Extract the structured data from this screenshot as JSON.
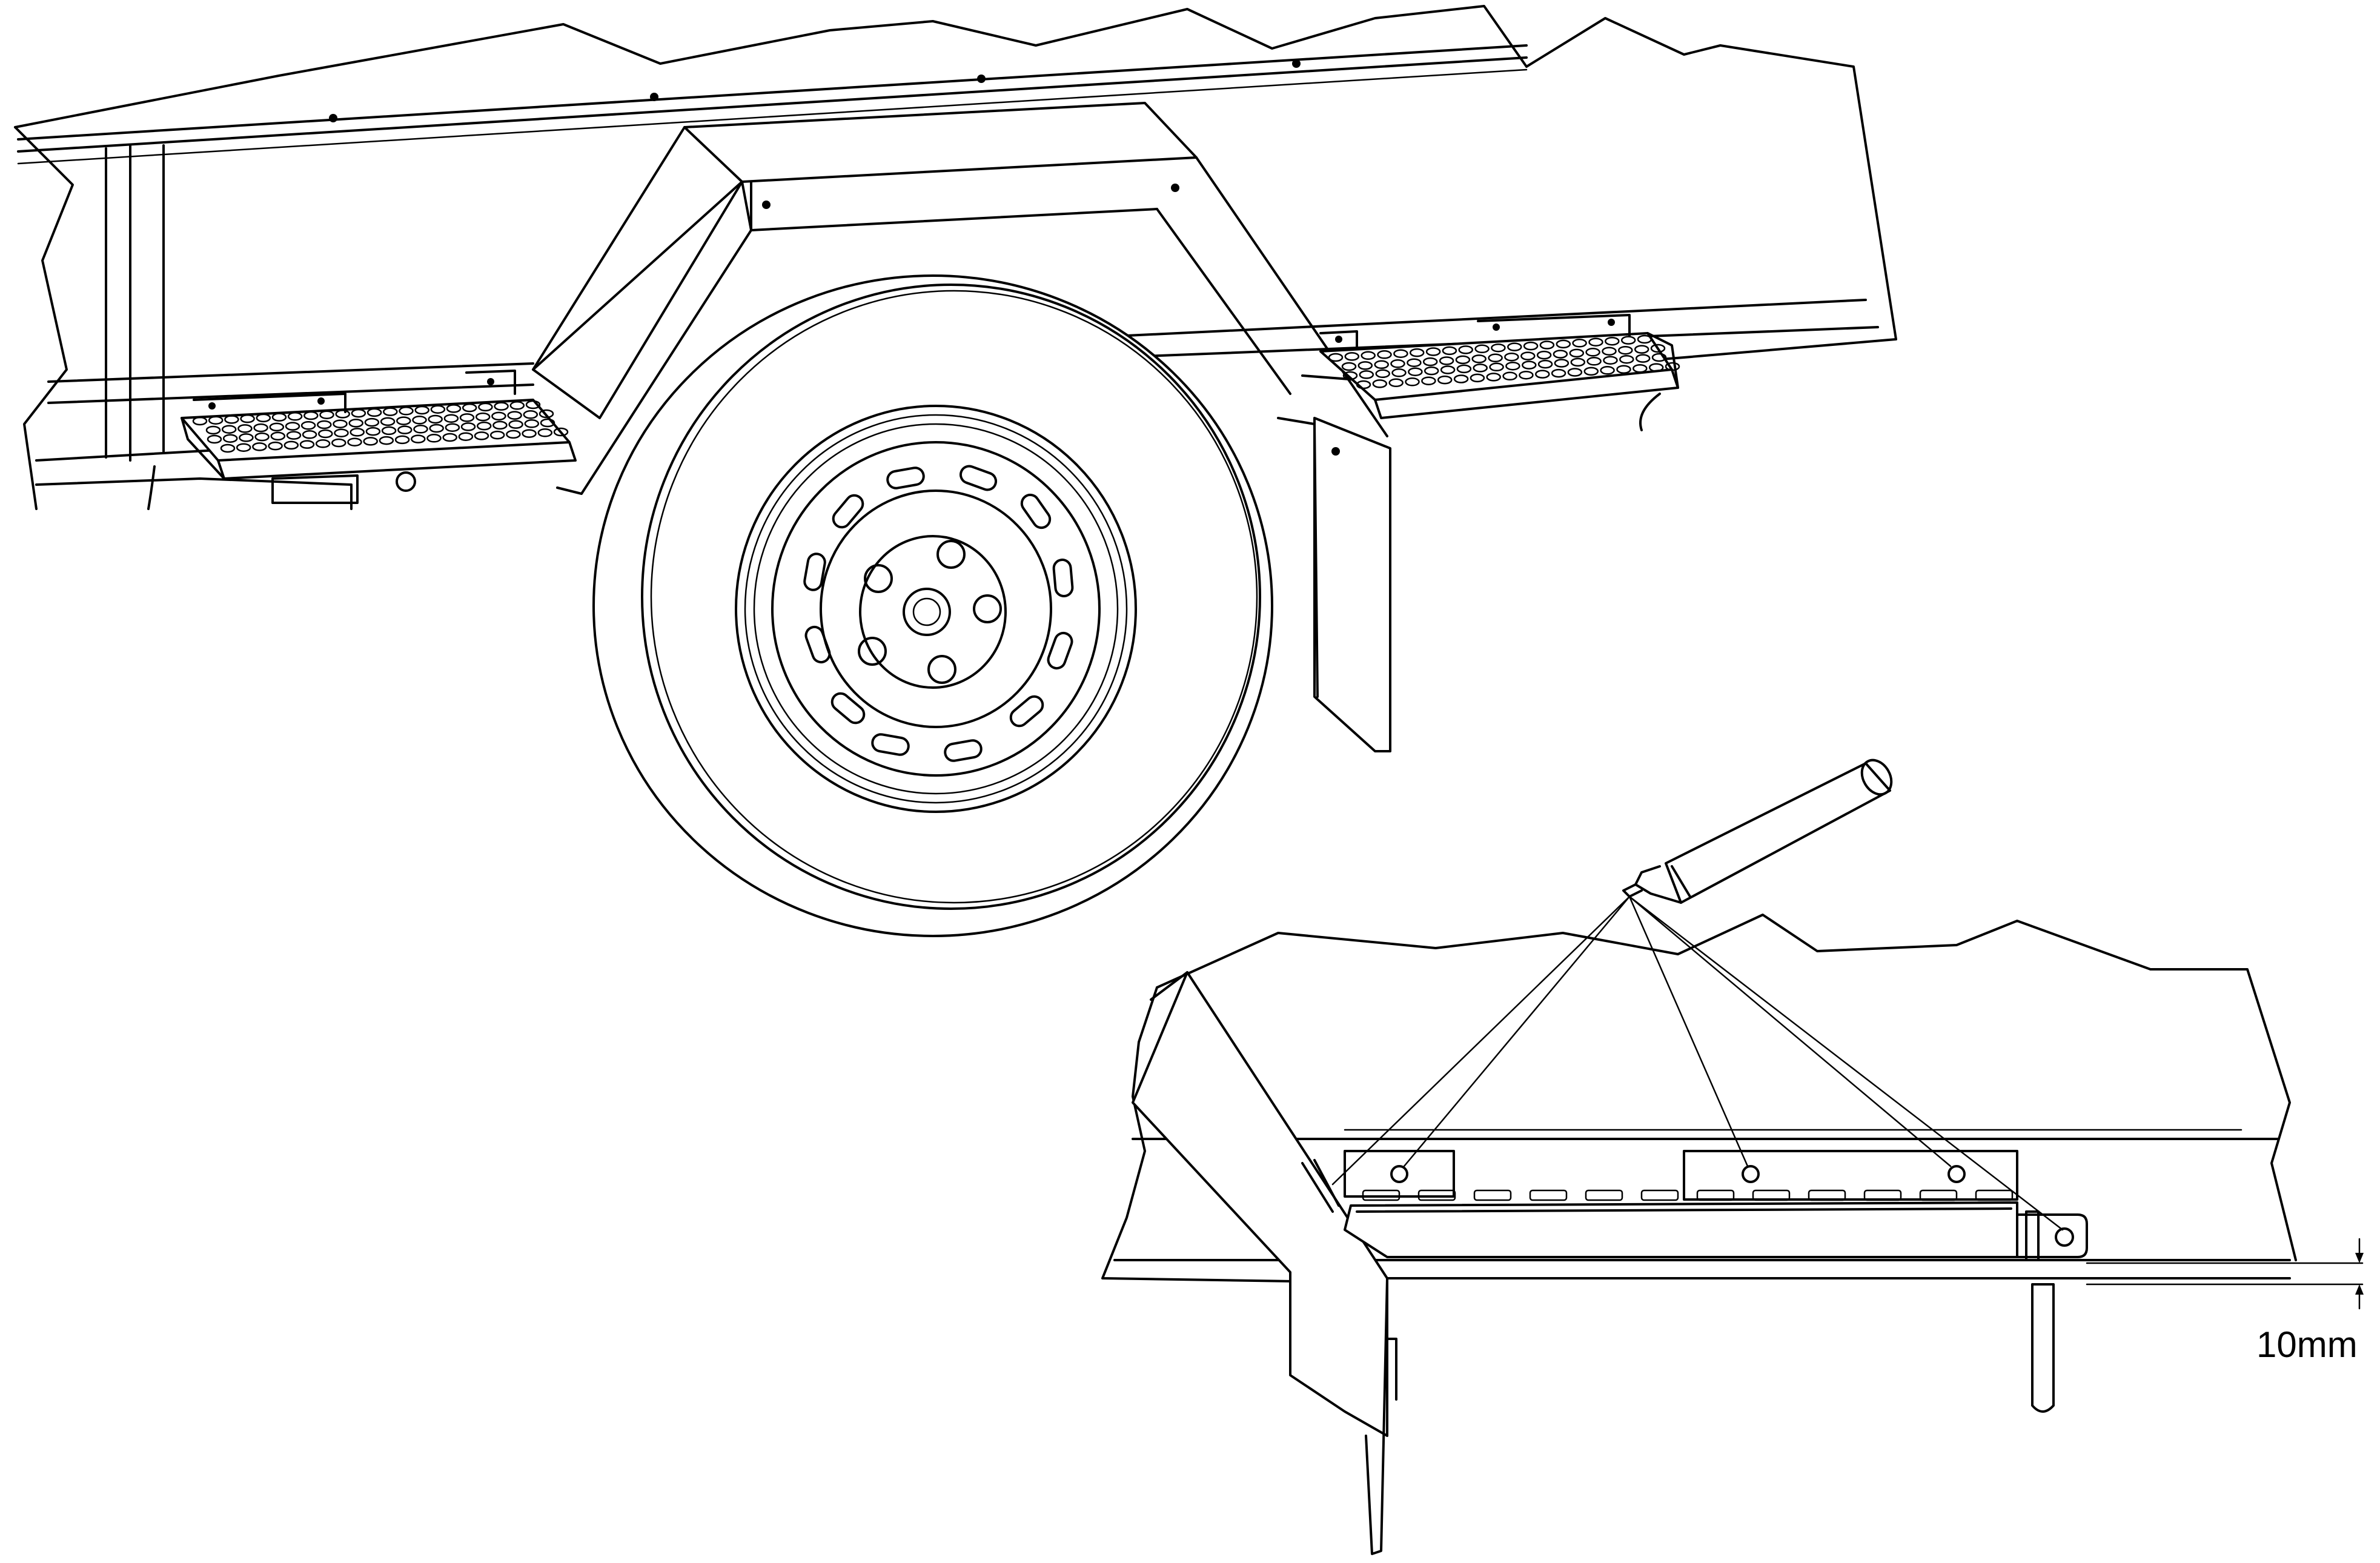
{
  "figure": {
    "overview": "trailer-side-with-steps",
    "detail": "step-bracket-marking-detail"
  },
  "dimension": {
    "label": "10mm"
  },
  "icons": {
    "marker": "marker-pen-icon",
    "wheel": "wheel-icon",
    "step": "tread-step-icon"
  }
}
